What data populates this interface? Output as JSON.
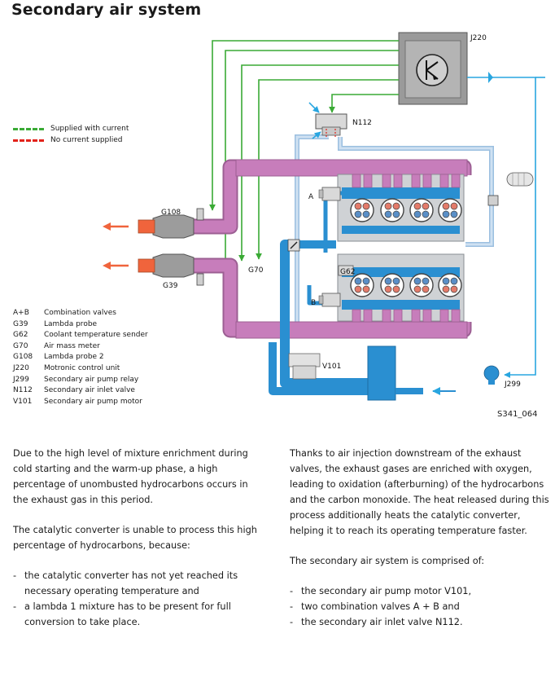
{
  "title": "Secondary air system",
  "current_legend": {
    "supplied": "Supplied with current",
    "not_supplied": "No current supplied",
    "supplied_color": "#3aaa35",
    "not_supplied_color": "#e2231a"
  },
  "labels": {
    "J220": "J220",
    "N112": "N112",
    "G108": "G108",
    "G39": "G39",
    "G70": "G70",
    "G62": "G62",
    "A": "A",
    "B": "B",
    "V101": "V101",
    "J299": "J299"
  },
  "legend": [
    {
      "key": "A+B",
      "desc": "Combination valves"
    },
    {
      "key": "G39",
      "desc": "Lambda probe"
    },
    {
      "key": "G62",
      "desc": "Coolant temperature sender"
    },
    {
      "key": "G70",
      "desc": "Air mass meter"
    },
    {
      "key": "G108",
      "desc": "Lambda probe 2"
    },
    {
      "key": "J220",
      "desc": "Motronic control unit"
    },
    {
      "key": "J299",
      "desc": "Secondary air pump relay"
    },
    {
      "key": "N112",
      "desc": "Secondary air inlet valve"
    },
    {
      "key": "V101",
      "desc": "Secondary air pump motor"
    }
  ],
  "figure_id": "S341_064",
  "colors": {
    "exhaust": "#c77dbb",
    "air_pipe": "#2a8fd1",
    "air_pipe_light": "#b8d4ec",
    "engine_grey": "#c8c8c8",
    "wire_green": "#3aaa35",
    "wire_blue": "#29a6e0",
    "arrow_red": "#f0643c"
  },
  "text": {
    "left_p1": "Due to the high level of mixture enrichment during cold starting and the warm-up phase, a high percentage of unombusted hydrocarbons occurs in the exhaust gas in this period.",
    "left_p2": "The catalytic converter is unable to process this high percentage of hydrocarbons, because:",
    "left_bullets": [
      "the catalytic converter has not yet reached its necessary operating temperature and",
      "a lambda 1 mixture has to be present for full conversion to take place."
    ],
    "right_p1": "Thanks to air injection downstream of the exhaust valves, the exhaust gases are enriched with oxygen, leading to oxidation (afterburning) of the hydrocarbons and the carbon monoxide. The heat released during this process additionally heats the catalytic converter, helping it to reach its operating temperature faster.",
    "right_p2": "The secondary air system is comprised of:",
    "right_bullets": [
      "the secondary air pump motor V101,",
      "two combination valves A + B and",
      "the secondary air inlet valve N112."
    ]
  }
}
